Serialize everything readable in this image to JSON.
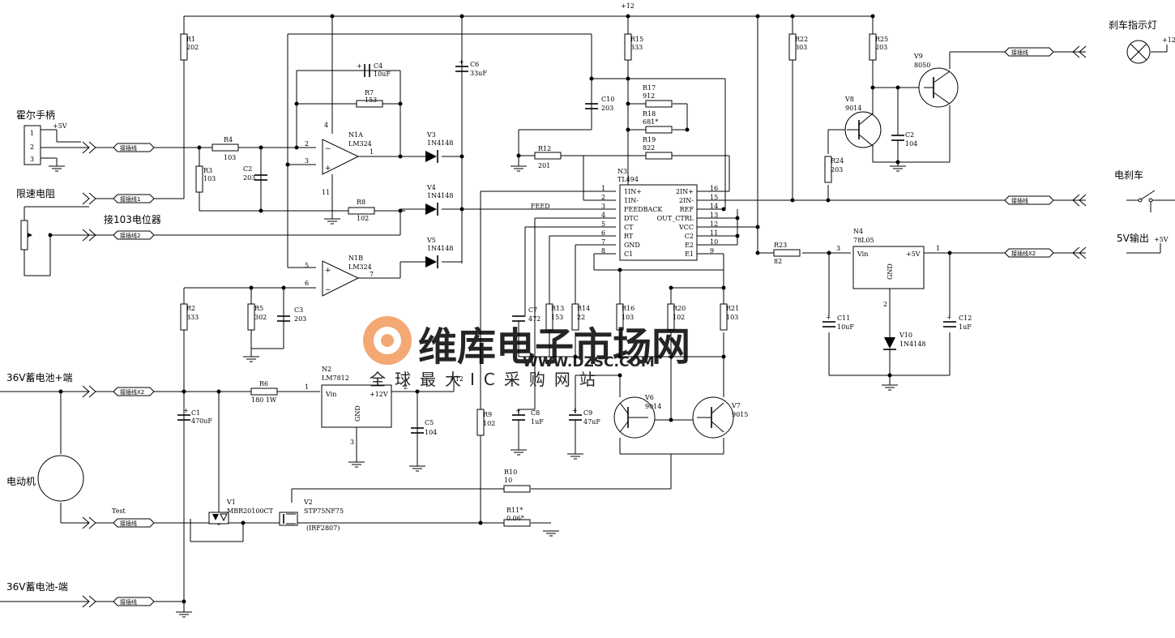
{
  "supply": {
    "plus12": "+12",
    "plus5": "+5V",
    "plus12v": "+12V"
  },
  "external": {
    "hall_handle": "霍尔手柄",
    "speed_limit_resistor": "限速电阻",
    "connect_pot": "接103电位器",
    "battery_pos": "36V蓄电池+端",
    "battery_neg": "36V蓄电池-端",
    "motor": "电动机",
    "brake_lamp": "刹车指示灯",
    "e_brake": "电刹车",
    "out_5v": "5V输出"
  },
  "connectors": {
    "c1": "接插线",
    "c2": "接插线1",
    "c3": "接插线2",
    "c4": "接插线X2",
    "c5": "接插线",
    "c6": "接插线",
    "c7": "接插线",
    "c8": "接插线",
    "c9": "接插线X2"
  },
  "hall_pins": [
    "1",
    "2",
    "3"
  ],
  "components": {
    "R1": {
      "ref": "R1",
      "value": "202"
    },
    "R2": {
      "ref": "R2",
      "value": "333"
    },
    "R3": {
      "ref": "R3",
      "value": "103"
    },
    "R4": {
      "ref": "R4",
      "value": "103"
    },
    "R5": {
      "ref": "R5",
      "value": "302"
    },
    "R6": {
      "ref": "R6",
      "value": "180 1W"
    },
    "R7": {
      "ref": "R7",
      "value": "153"
    },
    "R8": {
      "ref": "R8",
      "value": "102"
    },
    "R9": {
      "ref": "R9",
      "value": "102"
    },
    "R10": {
      "ref": "R10",
      "value": "10"
    },
    "R11": {
      "ref": "R11*",
      "value": "0.06*"
    },
    "R12": {
      "ref": "R12",
      "value": "201"
    },
    "R13": {
      "ref": "R13",
      "value": "153"
    },
    "R14": {
      "ref": "R14",
      "value": "22"
    },
    "R15": {
      "ref": "R15",
      "value": "333"
    },
    "R16": {
      "ref": "R16",
      "value": "103"
    },
    "R17": {
      "ref": "R17",
      "value": "912"
    },
    "R18": {
      "ref": "R18",
      "value": "681*"
    },
    "R19": {
      "ref": "R19",
      "value": "822"
    },
    "R20": {
      "ref": "R20",
      "value": "102"
    },
    "R21": {
      "ref": "R21",
      "value": "103"
    },
    "R22": {
      "ref": "R22",
      "value": "303"
    },
    "R23": {
      "ref": "R23",
      "value": "82"
    },
    "R24": {
      "ref": "R24",
      "value": "203"
    },
    "R25": {
      "ref": "R25",
      "value": "203"
    },
    "C1": {
      "ref": "C1",
      "value": "470uF"
    },
    "C2a": {
      "ref": "C2",
      "value": "203"
    },
    "C2b": {
      "ref": "C2",
      "value": "104"
    },
    "C3": {
      "ref": "C3",
      "value": "203"
    },
    "C4": {
      "ref": "C4",
      "value": "10uF"
    },
    "C5": {
      "ref": "C5",
      "value": "104"
    },
    "C6": {
      "ref": "C6",
      "value": "33uF"
    },
    "C7": {
      "ref": "C7",
      "value": "472"
    },
    "C8": {
      "ref": "C8",
      "value": "1uF"
    },
    "C9": {
      "ref": "C9",
      "value": "47uF"
    },
    "C10": {
      "ref": "C10",
      "value": "203"
    },
    "C11": {
      "ref": "C11",
      "value": "10uF"
    },
    "C12": {
      "ref": "C12",
      "value": "1uF"
    },
    "V3": {
      "ref": "V3",
      "value": "1N4148"
    },
    "V4": {
      "ref": "V4",
      "value": "1N4148"
    },
    "V5": {
      "ref": "V5",
      "value": "1N4148"
    },
    "V10": {
      "ref": "V10",
      "value": "1N4148"
    },
    "V1": {
      "ref": "V1",
      "value": "MBR20100CT"
    },
    "V2": {
      "ref": "V2",
      "value": "STP75NF75",
      "alt": "(IRF2807)"
    },
    "V6": {
      "ref": "V6",
      "value": "9014"
    },
    "V7": {
      "ref": "V7",
      "value": "9015"
    },
    "V8": {
      "ref": "V8",
      "value": "9014"
    },
    "V9": {
      "ref": "V9",
      "value": "8050"
    },
    "N1A": {
      "ref": "N1A",
      "value": "LM324"
    },
    "N1B": {
      "ref": "N1B",
      "value": "LM324"
    },
    "N2": {
      "ref": "N2",
      "value": "LM7812",
      "vin": "Vin",
      "vout": "+12V",
      "gnd": "GND"
    },
    "N3": {
      "ref": "N3",
      "value": "TL494"
    },
    "N4": {
      "ref": "N4",
      "value": "78L05",
      "vin": "Vin",
      "vout": "+5V",
      "gnd": "GND"
    }
  },
  "tl494": {
    "left_pins": [
      {
        "num": "1",
        "name": "1IN+"
      },
      {
        "num": "2",
        "name": "1IN-"
      },
      {
        "num": "3",
        "name": "FEEDBACK"
      },
      {
        "num": "4",
        "name": "DTC"
      },
      {
        "num": "5",
        "name": "CT"
      },
      {
        "num": "6",
        "name": "RT"
      },
      {
        "num": "7",
        "name": "GND"
      },
      {
        "num": "8",
        "name": "C1"
      }
    ],
    "right_pins": [
      {
        "num": "16",
        "name": "2IN+"
      },
      {
        "num": "15",
        "name": "2IN-"
      },
      {
        "num": "14",
        "name": "REF"
      },
      {
        "num": "13",
        "name": "OUT_CTRL"
      },
      {
        "num": "12",
        "name": "VCC"
      },
      {
        "num": "11",
        "name": "C2"
      },
      {
        "num": "10",
        "name": "E2"
      },
      {
        "num": "9",
        "name": "E1"
      }
    ]
  },
  "opamp_pins": {
    "a_in_p": "3",
    "a_in_n": "2",
    "a_out": "1",
    "a_v": "4",
    "a_g": "11",
    "b_in_p": "5",
    "b_in_n": "6",
    "b_out": "7"
  },
  "pin_labels": {
    "n2_in": "1",
    "n2_out": "2",
    "n2_gnd": "3",
    "n4_in": "3",
    "n4_out": "1",
    "n4_gnd": "2"
  },
  "net_labels": {
    "feed": "FEED",
    "test": "Test"
  },
  "watermark": {
    "title": "维库电子市场网",
    "domain": "WWW.DZSC.COM",
    "subtitle": "全球最大IC采购网站"
  },
  "colors": {
    "line": "#000000",
    "watermark": "#f39a5c"
  }
}
